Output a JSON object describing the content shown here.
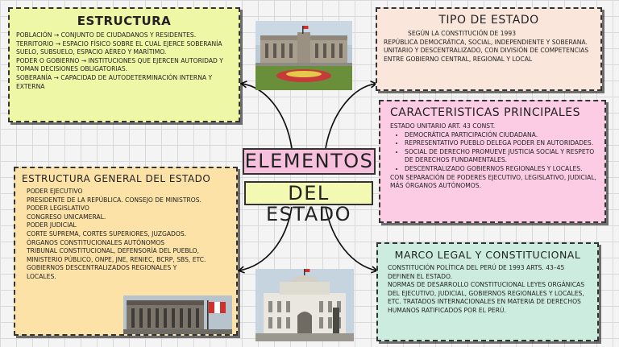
{
  "center": {
    "title_top": "ELEMENTOS",
    "title_bottom": "DEL ESTADO"
  },
  "estructura": {
    "title": "ESTRUCTURA",
    "lines": [
      "POBLACIÓN → CONJUNTO DE CIUDADANOS Y RESIDENTES.",
      "TERRITORIO → ESPACIO FÍSICO SOBRE EL CUAL EJERCE SOBERANÍA SUELO, SUBSUELO, ESPACIO AÉREO Y MARÍTIMO.",
      "PODER O GOBIERNO → INSTITUCIONES QUE EJERCEN AUTORIDAD Y TOMAN DECISIONES OBLIGATORIAS.",
      "SOBERANÍA → CAPACIDAD DE AUTODETERMINACIÓN INTERNA Y EXTERNA"
    ]
  },
  "tipo_estado": {
    "title": "TIPO DE ESTADO",
    "lines": [
      "SEGÚN LA CONSTITUCIÓN DE 1993",
      "REPÚBLICA DEMOCRÁTICA, SOCIAL, INDEPENDIENTE Y SOBERANA.",
      "UNITARIO Y DESCENTRALIZADO, CON DIVISIÓN DE COMPETENCIAS ENTRE GOBIERNO CENTRAL, REGIONAL Y LOCAL"
    ]
  },
  "caracteristicas": {
    "title": "CARACTERISTICAS PRINCIPALES",
    "intro": "ESTADO UNITARIO ART. 43 CONST.",
    "bullets": [
      "DEMOCRÁTICA PARTICIPACIÓN CIUDADANA.",
      "REPRESENTATIVO PUEBLO DELEGA PODER EN AUTORIDADES.",
      "SOCIAL DE DERECHO PROMUEVE JUSTICIA SOCIAL Y RESPETO DE DERECHOS FUNDAMENTALES.",
      "DESCENTRALIZADO GOBIERNOS REGIONALES Y LOCALES."
    ],
    "outro": "CON SEPARACIÓN DE PODERES EJECUTIVO, LEGISLATIVO, JUDICIAL, MÁS ÓRGANOS AUTÓNOMOS."
  },
  "estructura_general": {
    "title": "ESTRUCTURA GENERAL DEL ESTADO",
    "lines": [
      "PODER EJECUTIVO",
      "PRESIDENTE DE LA REPÚBLICA. CONSEJO DE MINISTROS.",
      "PODER LEGISLATIVO",
      "CONGRESO UNICAMERAL.",
      "PODER JUDICIAL",
      "CORTE SUPREMA, CORTES SUPERIORES, JUZGADOS.",
      "ÓRGANOS CONSTITUCIONALES AUTÓNOMOS",
      "TRIBUNAL CONSTITUCIONAL, DEFENSORÍA DEL PUEBLO, MINISTERIO PÚBLICO, ONPE, JNE, RENIEC, BCRP, SBS, ETC.",
      "GOBIERNOS DESCENTRALIZADOS REGIONALES Y LOCALES."
    ]
  },
  "marco_legal": {
    "title": "MARCO LEGAL Y CONSTITUCIONAL",
    "lines": [
      "CONSTITUCIÓN POLÍTICA DEL PERÚ DE 1993 ARTS. 43–45 DEFINEN EL ESTADO.",
      "NORMAS DE DESARROLLO CONSTITUCIONAL LEYES ORGÁNICAS DEL EJECUTIVO, JUDICIAL, GOBIERNOS REGIONALES Y LOCALES, ETC. TRATADOS INTERNACIONALES EN MATERIA DE DERECHOS HUMANOS RATIFICADOS POR EL PERÚ."
    ]
  },
  "colors": {
    "estructura_bg": "#eef7a6",
    "tipo_bg": "#fbe6dc",
    "caracteristicas_bg": "#fccce4",
    "estructura_general_bg": "#fde2a8",
    "marco_bg": "#ccecdf",
    "center_top_bg": "#f7c0dd",
    "center_bottom_bg": "#f3f9b2"
  }
}
